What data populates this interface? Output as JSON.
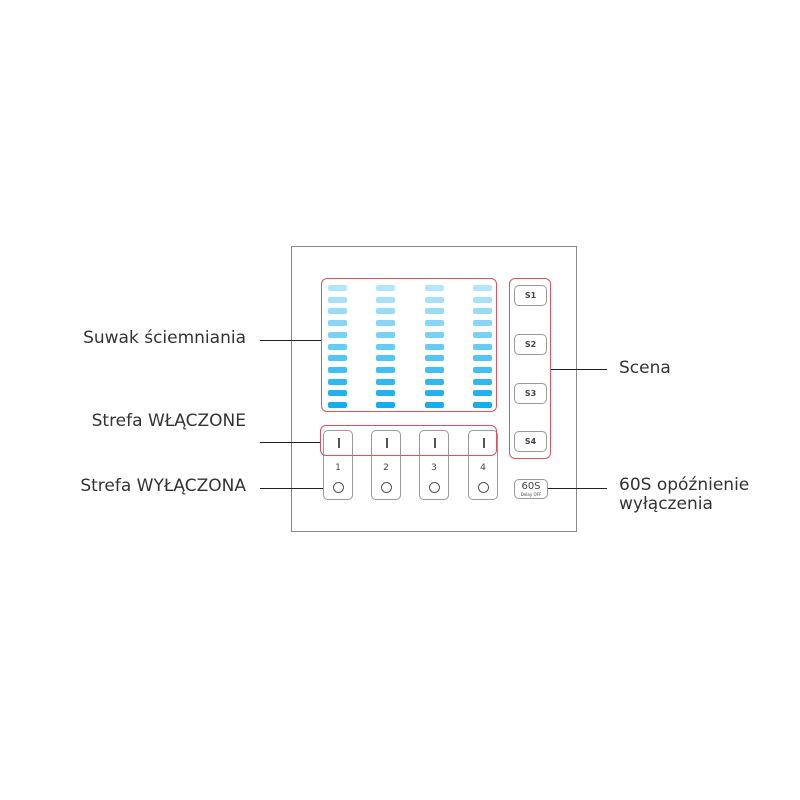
{
  "diagram": {
    "labels": {
      "dimming_slider": "Suwak ściemniania",
      "zone_on": "Strefa WŁĄCZONE",
      "zone_off": "Strefa WYŁĄCZONA",
      "scene": "Scena",
      "delay_line1": "60S opóźnienie",
      "delay_line2": "wyłączenia"
    },
    "scene_buttons": [
      "S1",
      "S2",
      "S3",
      "S4"
    ],
    "zones": [
      "1",
      "2",
      "3",
      "4"
    ],
    "delay_button": {
      "main": "60S",
      "sub": "Delay OFF"
    },
    "slider": {
      "columns": 4,
      "segments_per_column": 11,
      "segment_colors": [
        "#b3e6fa",
        "#a6e1f9",
        "#97dcf8",
        "#87d6f7",
        "#78d1f6",
        "#66cbf5",
        "#53c4f3",
        "#42bef2",
        "#32b8f1",
        "#22b2f0",
        "#14adef"
      ]
    },
    "colors": {
      "highlight": "#d9545e",
      "panel_border": "#8a8a8a"
    }
  }
}
